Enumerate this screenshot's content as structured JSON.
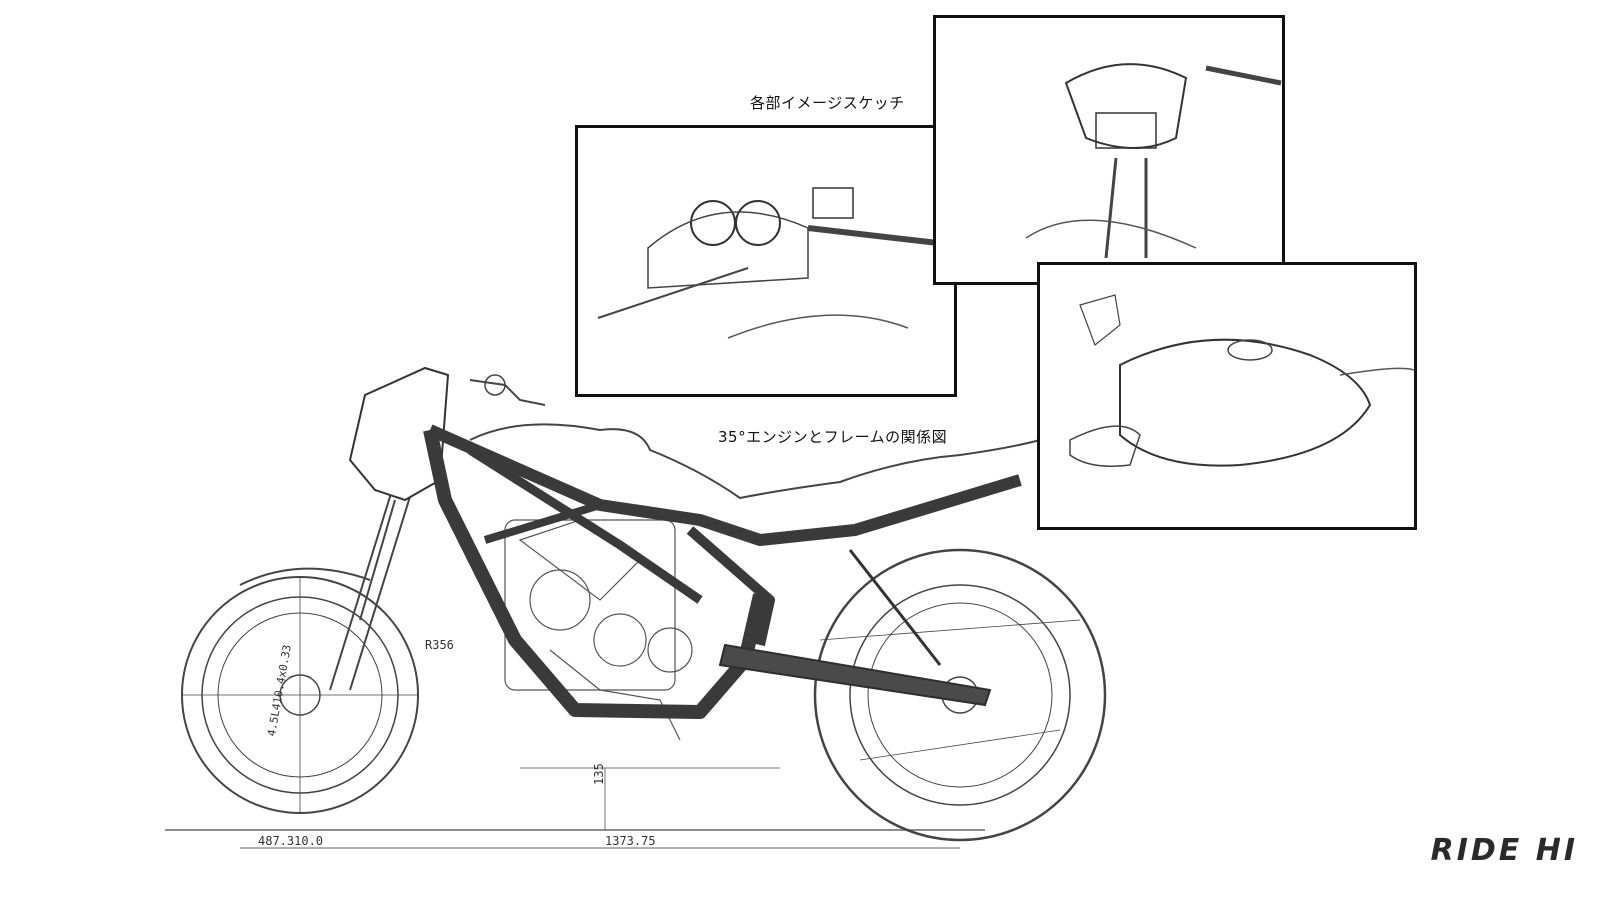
{
  "captions": {
    "sketches": "各部イメージスケッチ",
    "relation": "35°エンジンとフレームの関係図"
  },
  "dimensions": {
    "height": "135",
    "wheelbase": "1373.75",
    "front": "487.310.0",
    "radius": "R356",
    "tire_spec": "4.5L410.4x0.33"
  },
  "brand": "RIDE HI",
  "colors": {
    "frame": "#3a3a3a",
    "line": "#555555",
    "panel_border": "#111111"
  }
}
